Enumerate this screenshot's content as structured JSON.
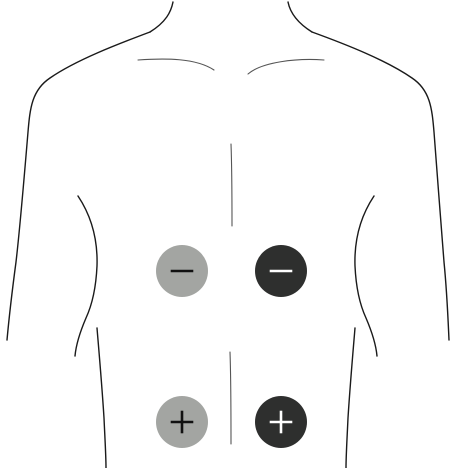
{
  "electrodes": [
    {
      "id": "upper-left",
      "polarity": "negative",
      "symbol": "minus",
      "shade": "light-gray",
      "fill": "#a3a5a2",
      "sign_color": "#111111"
    },
    {
      "id": "upper-right",
      "polarity": "negative",
      "symbol": "minus",
      "shade": "dark",
      "fill": "#2e2f2e",
      "sign_color": "#ffffff"
    },
    {
      "id": "lower-left",
      "polarity": "positive",
      "symbol": "plus",
      "shade": "light-gray",
      "fill": "#a3a5a2",
      "sign_color": "#111111"
    },
    {
      "id": "lower-right",
      "polarity": "positive",
      "symbol": "plus",
      "shade": "dark",
      "fill": "#2e2f2e",
      "sign_color": "#ffffff"
    }
  ],
  "colors": {
    "outline": "#1a1a1a",
    "background": "#ffffff"
  }
}
